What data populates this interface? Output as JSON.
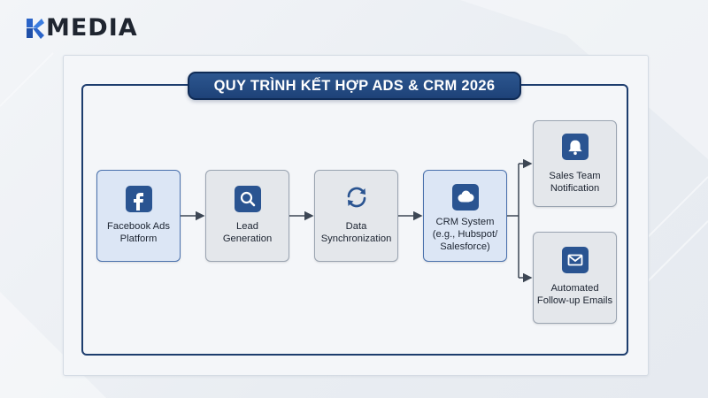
{
  "brand": {
    "logo_text": "MEDIA",
    "logo_icon": "k-mark-icon"
  },
  "diagram": {
    "title": "QUY TRÌNH KẾT HỢP ADS & CRM 2026",
    "nodes": [
      {
        "id": "facebook_ads",
        "label": "Facebook Ads\nPlatform",
        "icon": "facebook-icon"
      },
      {
        "id": "lead_generation",
        "label": "Lead\nGeneration",
        "icon": "search-icon"
      },
      {
        "id": "data_sync",
        "label": "Data\nSynchronization",
        "icon": "sync-icon"
      },
      {
        "id": "crm",
        "label": "CRM System\n(e.g., Hubspot/\nSalesforce)",
        "icon": "cloud-icon"
      },
      {
        "id": "sales_notify",
        "label": "Sales Team\nNotification",
        "icon": "bell-icon"
      },
      {
        "id": "followup",
        "label": "Automated\nFollow-up Emails",
        "icon": "mail-icon"
      }
    ],
    "edges": [
      [
        "facebook_ads",
        "lead_generation"
      ],
      [
        "lead_generation",
        "data_sync"
      ],
      [
        "data_sync",
        "crm"
      ],
      [
        "crm",
        "sales_notify"
      ],
      [
        "crm",
        "followup"
      ]
    ],
    "colors": {
      "accent": "#1e4278",
      "frame": "#1d3d6e",
      "node_blue": "#dce6f5",
      "node_gray": "#e4e7eb"
    }
  }
}
